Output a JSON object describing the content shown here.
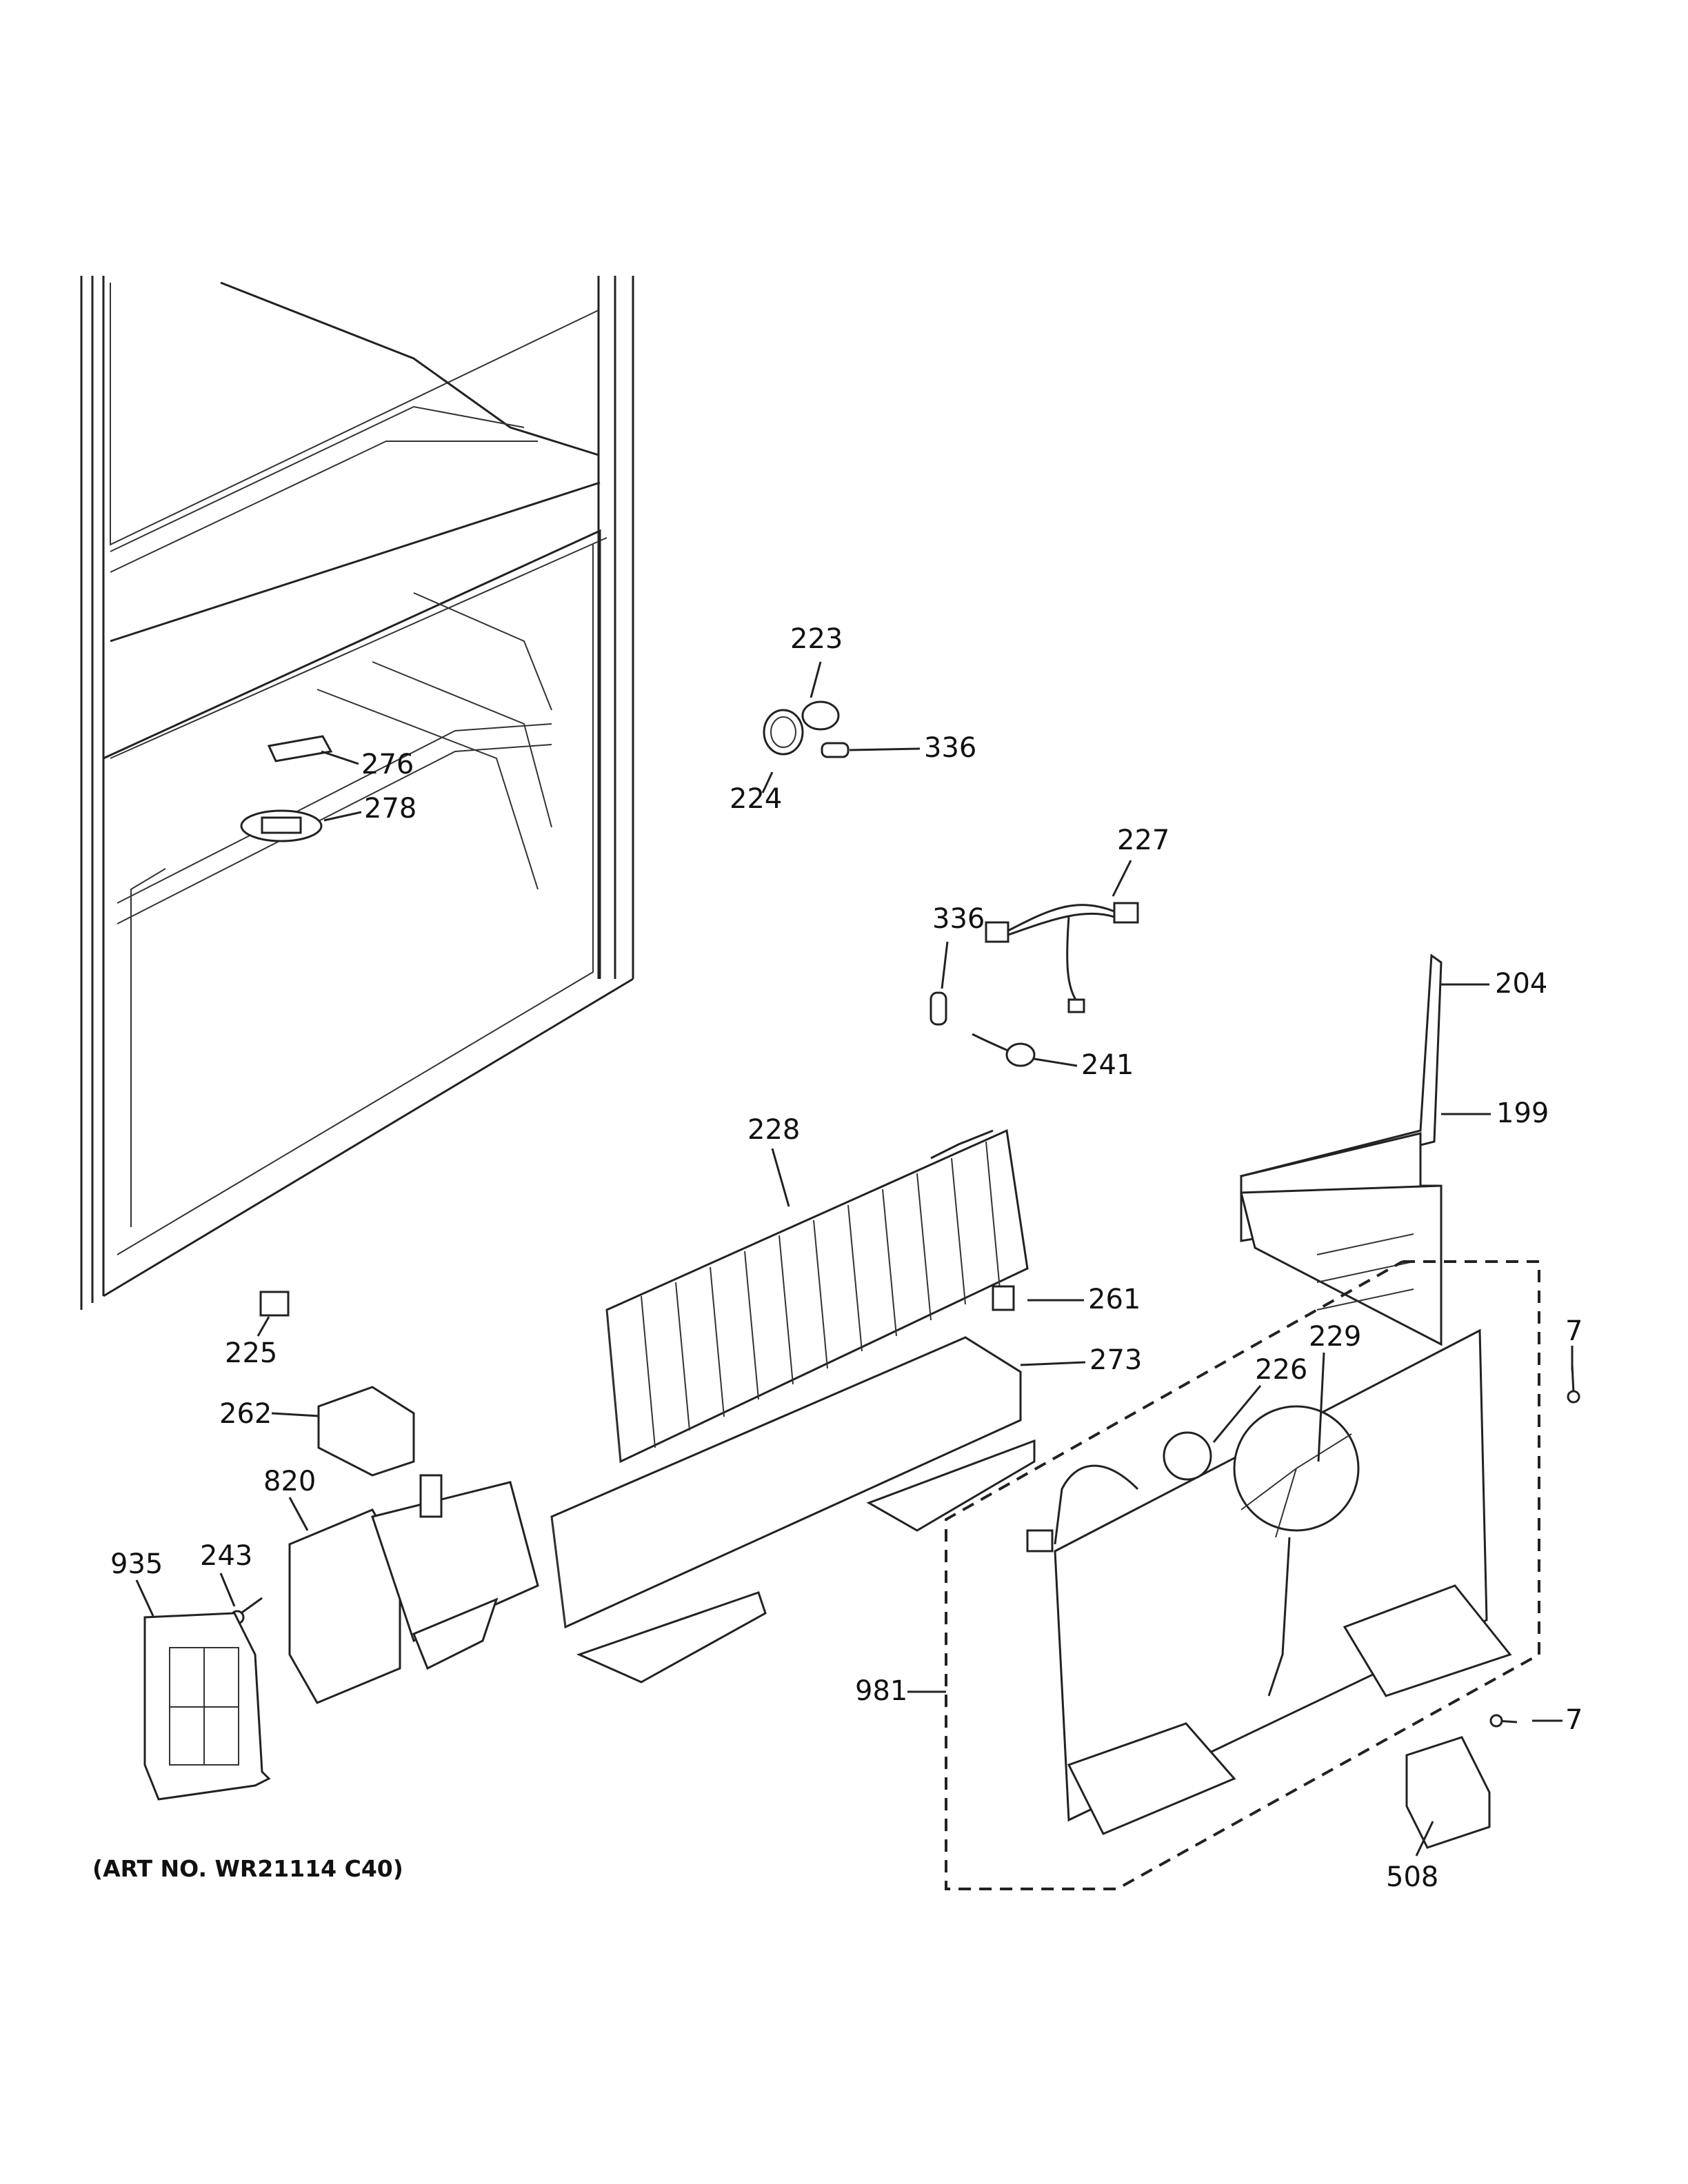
{
  "caption": "(ART NO. WR21114 C40)",
  "labels": {
    "p223": "223",
    "p336a": "336",
    "p224": "224",
    "p276": "276",
    "p278": "278",
    "p227": "227",
    "p336b": "336",
    "p204": "204",
    "p241": "241",
    "p199": "199",
    "p228": "228",
    "p261": "261",
    "p273": "273",
    "p229": "229",
    "p226": "226",
    "p7a": "7",
    "p7b": "7",
    "p225": "225",
    "p262": "262",
    "p820": "820",
    "p935": "935",
    "p243": "243",
    "p981": "981",
    "p508": "508"
  }
}
